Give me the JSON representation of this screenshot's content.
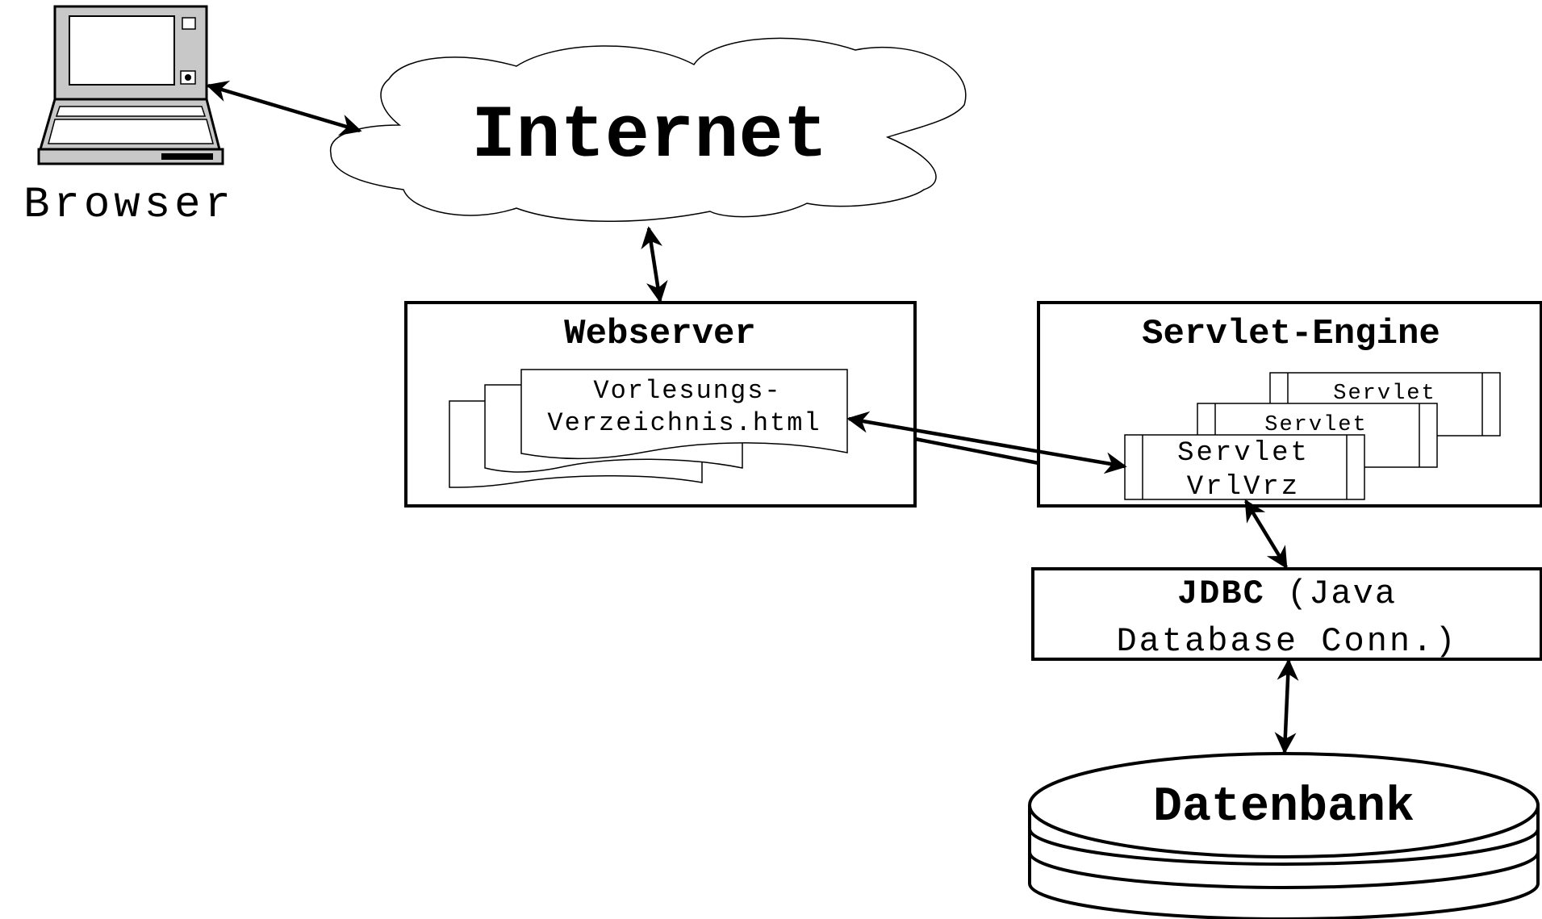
{
  "browser": {
    "label": "Browser",
    "icon": "laptop-icon"
  },
  "internet": {
    "label": "Internet",
    "icon": "cloud-icon"
  },
  "webserver": {
    "title": "Webserver",
    "document": {
      "line1": "Vorlesungs-",
      "line2": "Verzeichnis.html",
      "icon": "document-stack-icon"
    }
  },
  "servlet_engine": {
    "title": "Servlet-Engine",
    "servlets": [
      {
        "line1": "Servlet",
        "line2": ""
      },
      {
        "line1": "Servlet",
        "line2": ""
      },
      {
        "line1": "Servlet",
        "line2": "VrlVrz"
      }
    ]
  },
  "jdbc": {
    "bold": "JDBC",
    "line1_rest": " (Java",
    "line2": "Database Conn.)"
  },
  "database": {
    "label": "Datenbank",
    "icon": "database-cylinder-icon"
  },
  "colors": {
    "stroke": "#000000",
    "fill": "#ffffff",
    "screen": "#c8c8c8"
  }
}
